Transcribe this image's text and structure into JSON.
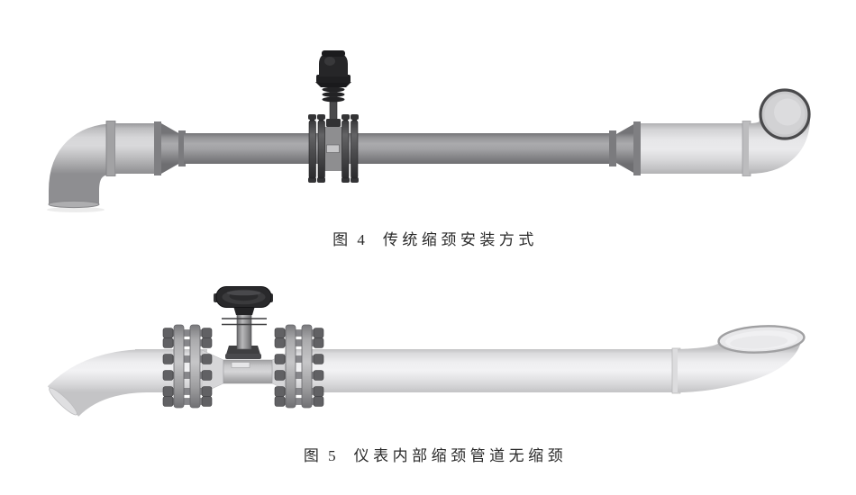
{
  "page": {
    "background": "#ffffff"
  },
  "figures": [
    {
      "caption_label": "图 4",
      "caption_title": "传统缩颈安装方式"
    },
    {
      "caption_label": "图 5",
      "caption_title": "仪表内部缩颈管道无缩颈"
    }
  ],
  "colors": {
    "pipe_light_gray": "#c6c6c8",
    "pipe_dark_gray": "#98989a",
    "pipe_near_white": "#ebebed",
    "flange_dark": "#3a3a3c",
    "flange_light": "#b2b2b4",
    "instrument_dark": "#262628",
    "caption_text": "#2a2a2a"
  }
}
